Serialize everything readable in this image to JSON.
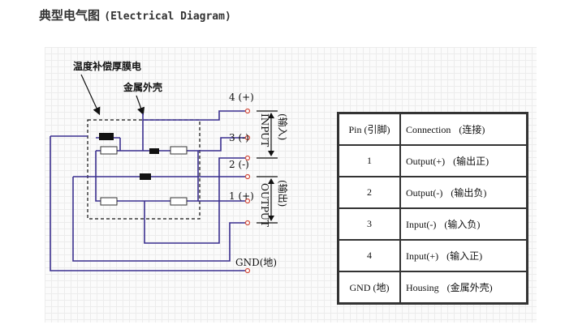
{
  "title": {
    "cn": "典型电气图",
    "en": "(Electrical Diagram)"
  },
  "diagram": {
    "thick_film_label": "温度补偿厚膜电",
    "housing_label": "金属外壳",
    "pins": {
      "p4": "4 (+)",
      "p3": "3 (-)",
      "p2": "2 (-)",
      "p1": "1 (+)",
      "gnd": "GND(地)"
    },
    "input_group": {
      "en": "INPUT",
      "cn": "(输入)"
    },
    "output_group": {
      "en": "OUTPUT",
      "cn": "(输出)"
    }
  },
  "pin_table": {
    "headers": {
      "pin": "Pin (引脚)",
      "conn_en": "Connection",
      "conn_cn": "(连接)"
    },
    "rows": [
      {
        "pin": "1",
        "en": "Output(+)",
        "cn": "(输出正)"
      },
      {
        "pin": "2",
        "en": "Output(-)",
        "cn": "(输出负)"
      },
      {
        "pin": "3",
        "en": "Input(-)",
        "cn": "(输入负)"
      },
      {
        "pin": "4",
        "en": "Input(+)",
        "cn": "(输入正)"
      },
      {
        "pin": "GND (地)",
        "en": "Housing",
        "cn": "(金属外壳)"
      }
    ]
  }
}
